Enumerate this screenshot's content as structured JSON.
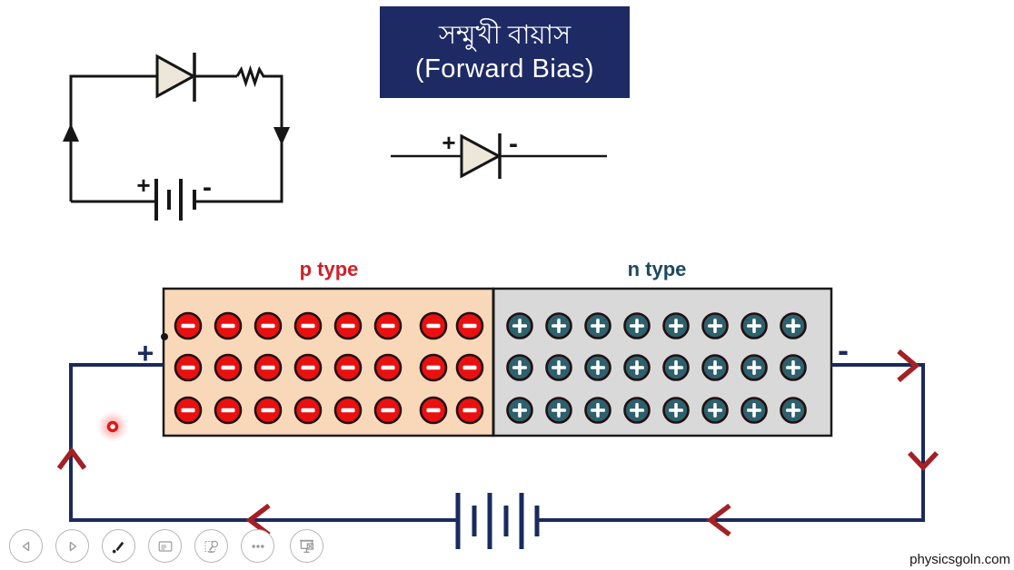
{
  "banner": {
    "title_bn": "সম্মুখী বায়াস",
    "title_en": "(Forward Bias)",
    "bg_color": "#1e2a64",
    "text_color": "#ffffff"
  },
  "top_circuit": {
    "battery_plus_label": "+",
    "battery_minus_label": "-"
  },
  "diode_symbol": {
    "anode_label": "+",
    "cathode_label": "-"
  },
  "junction": {
    "wire_color": "#1b2a5e",
    "arrow_color": "#a32024",
    "p_region": {
      "label": "p type",
      "label_color": "#cf2027",
      "terminal_label": "+",
      "bg_color": "#f8d8b8",
      "carrier_sign": "-",
      "carrier_color": "#ea1010",
      "rows": 3,
      "cols": 8
    },
    "n_region": {
      "label": "n type",
      "label_color": "#1c4a5e",
      "terminal_label": "-",
      "bg_color": "#d9d9d9",
      "carrier_sign": "+",
      "carrier_color": "#2e606e",
      "rows": 3,
      "cols": 8
    }
  },
  "toolbar": {
    "buttons": [
      {
        "name": "previous-slide",
        "icon": "arrow-left-icon"
      },
      {
        "name": "next-slide",
        "icon": "arrow-right-icon"
      },
      {
        "name": "pen-laser-tools",
        "icon": "pen-icon"
      },
      {
        "name": "see-all-slides",
        "icon": "slides-icon"
      },
      {
        "name": "zoom-slide",
        "icon": "magnifier-icon"
      },
      {
        "name": "more-options",
        "icon": "ellipsis-icon"
      },
      {
        "name": "end-slideshow",
        "icon": "projector-screen-icon"
      }
    ]
  },
  "watermark": {
    "text": "physicsgoln.com"
  }
}
